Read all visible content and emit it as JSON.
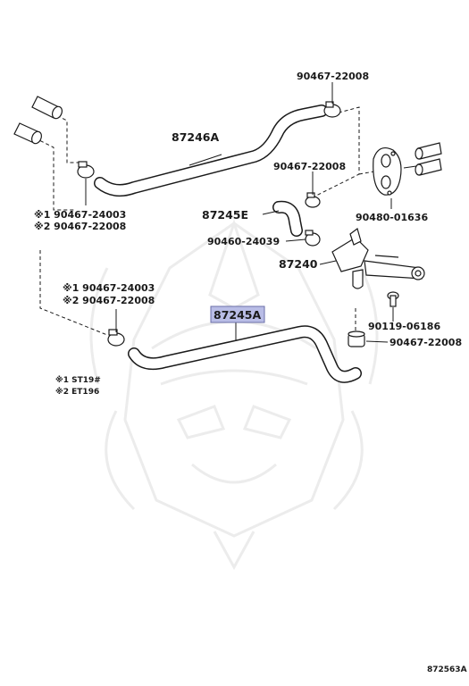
{
  "labels": {
    "hose_upper": "87246A",
    "hose_lower": "87245A",
    "hose_small": "87245E",
    "valve": "87240",
    "clamp_top_right": "90467-22008",
    "clamp_mid_right": "90467-22008",
    "clamp_bottom_right": "90467-22008",
    "gasket": "90480-01636",
    "clamp_mid_small": "90460-24039",
    "bolt": "90119-06186",
    "clamp_left_upper_1": "※1 90467-24003",
    "clamp_left_upper_2": "※2 90467-22008",
    "clamp_left_lower_1": "※1 90467-24003",
    "clamp_left_lower_2": "※2 90467-22008"
  },
  "notes": {
    "note_1": "※1 ST19#",
    "note_2": "※2 ET196"
  },
  "figure_id": "872563A",
  "colors": {
    "highlight_fill": "#b9bde6",
    "highlight_border": "#6b6fa8",
    "line": "#1a1a1a"
  }
}
